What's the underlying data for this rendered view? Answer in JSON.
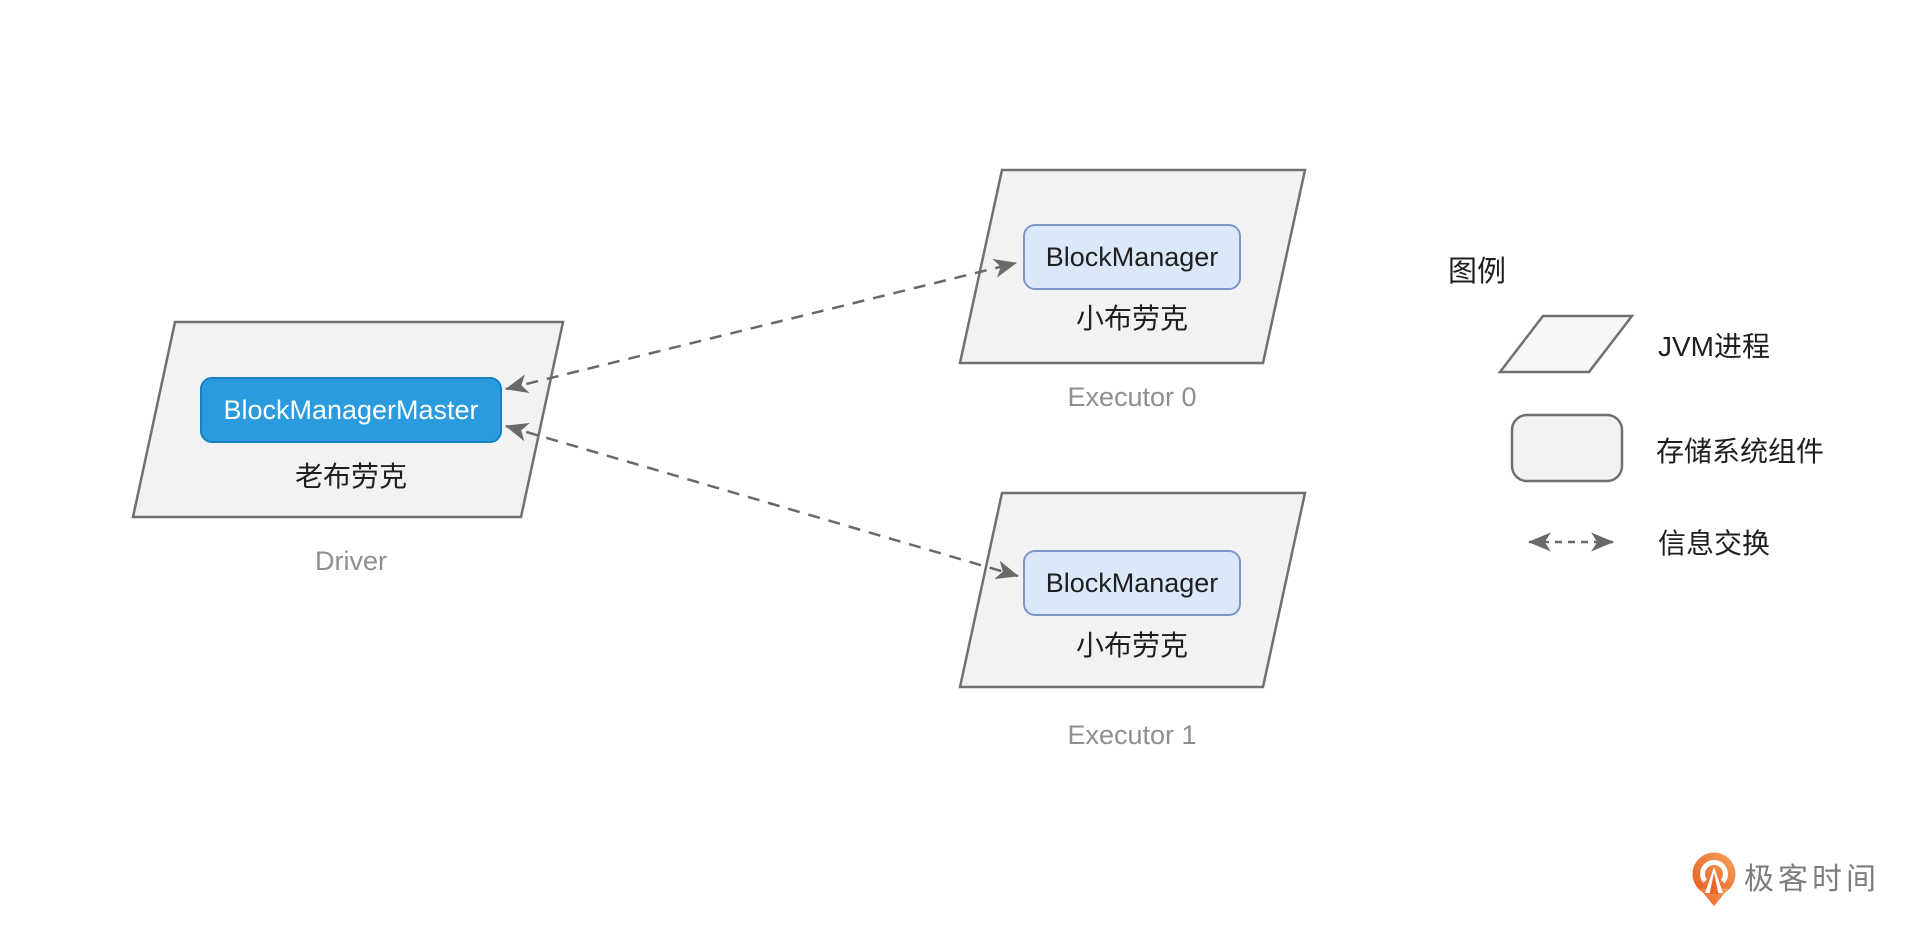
{
  "driver": {
    "caption": "Driver",
    "component": "BlockManagerMaster",
    "nickname": "老布劳克"
  },
  "executor0": {
    "caption": "Executor 0",
    "component": "BlockManager",
    "nickname": "小布劳克"
  },
  "executor1": {
    "caption": "Executor 1",
    "component": "BlockManager",
    "nickname": "小布劳克"
  },
  "legend": {
    "title": "图例",
    "items": [
      {
        "icon": "parallelogram-icon",
        "label": "JVM进程"
      },
      {
        "icon": "rounded-rect-icon",
        "label": "存储系统组件"
      },
      {
        "icon": "dashed-double-arrow-icon",
        "label": "信息交换"
      }
    ]
  },
  "brand": {
    "name": "极客时间",
    "icon": "geektime-logo-icon"
  },
  "colors": {
    "master_fill": "#2B9BDF",
    "master_border": "#1781C2",
    "manager_fill": "#DBE8FA",
    "manager_border": "#7E96C4",
    "process_fill": "#F2F2F3",
    "process_border": "#707070",
    "line": "#696969",
    "muted_label": "#8F8F8F",
    "text": "#1F1F1F",
    "brand_orange": "#EE6C28",
    "brand_text": "#7D7D7D"
  }
}
